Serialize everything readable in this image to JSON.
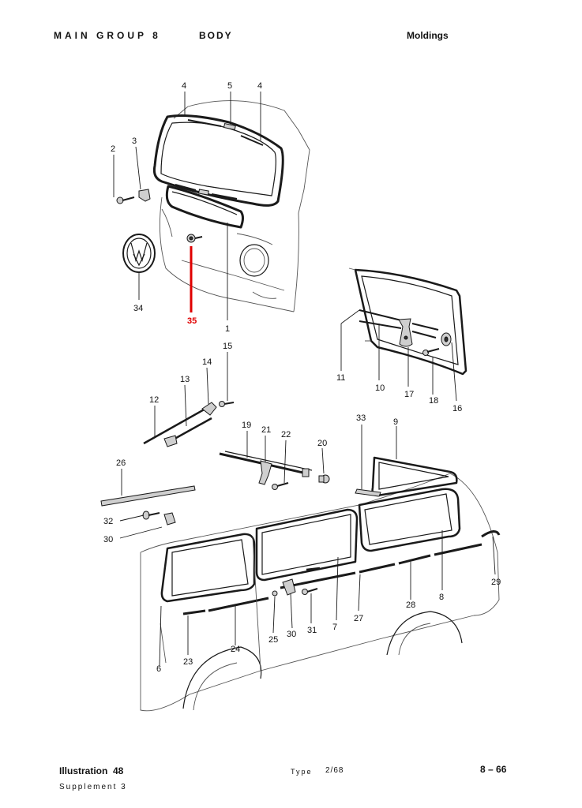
{
  "header": {
    "group": "MAIN GROUP 8",
    "section": "BODY",
    "title": "Moldings"
  },
  "footer": {
    "illustration_label": "Illustration",
    "illustration_number": "48",
    "supplement": "Supplement 3",
    "type_label": "Type",
    "type_value": "2/68",
    "page": "8 – 66"
  },
  "callouts": {
    "c4a": "4",
    "c5": "5",
    "c4b": "4",
    "c2": "2",
    "c3": "3",
    "c34": "34",
    "c35": "35",
    "c1": "1",
    "c11": "11",
    "c10": "10",
    "c17": "17",
    "c18": "18",
    "c16": "16",
    "c15": "15",
    "c14": "14",
    "c13": "13",
    "c12": "12",
    "c19": "19",
    "c21": "21",
    "c22": "22",
    "c20": "20",
    "c33": "33",
    "c9": "9",
    "c26": "26",
    "c32": "32",
    "c30a": "30",
    "c29": "29",
    "c8": "8",
    "c28": "28",
    "c27": "27",
    "c7": "7",
    "c31": "31",
    "c30b": "30",
    "c25": "25",
    "c24": "24",
    "c23": "23",
    "c6": "6"
  },
  "colors": {
    "highlight": "#e00000",
    "ink": "#1a1a1a"
  }
}
